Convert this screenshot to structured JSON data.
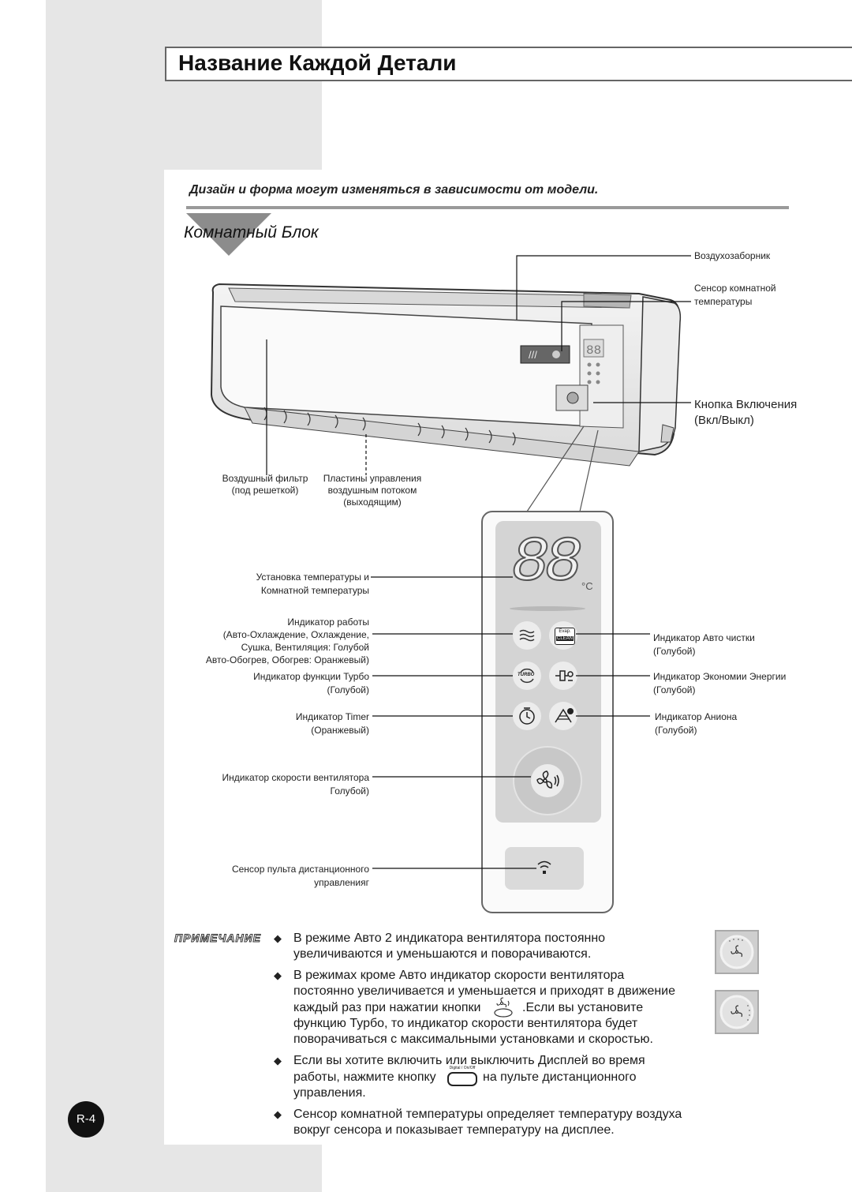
{
  "page": {
    "title": "Название Каждой Детали",
    "subtitle": "Дизайн и форма могут изменяться в зависимости от модели.",
    "section_title": "Комнатный Блок",
    "page_number": "R-4"
  },
  "unit_labels": {
    "air_intake": "Воздухозаборник",
    "room_temp_sensor_1": "Сенсор комнатной",
    "room_temp_sensor_2": "температуры",
    "power_button_1": "Кнопка Включения",
    "power_button_2": "(Вкл/Выкл)",
    "air_filter_1": "Воздушный фильтр",
    "air_filter_2": "(под решеткой)",
    "airflow_plates_1": "Пластины управления",
    "airflow_plates_2": "воздушным потоком",
    "airflow_plates_3": "(выходящим)"
  },
  "panel": {
    "display_digits": "88",
    "temp_unit": "°C",
    "evap_label": "Evap.",
    "clean_label": "CLEAN",
    "turbo_label": "TURBO"
  },
  "panel_labels": {
    "temp_setting_1": "Установка температуры и",
    "temp_setting_2": "Комнатной температуры",
    "operation_1": "Индикатор работы",
    "operation_2": "(Авто-Охлаждение, Охлаждение,",
    "operation_3": "Сушка, Вентиляция: Голубой",
    "operation_4": "Авто-Обогрев, Обогрев: Оранжевый)",
    "turbo_1": "Индикатор функции Турбо",
    "turbo_2": "(Голубой)",
    "timer_1": "Индикатор Timer",
    "timer_2": "(Оранжевый)",
    "fan_speed_1": "Индикатор скорости вентилятора",
    "fan_speed_2": "Голубой)",
    "remote_sensor_1": "Сенсор пульта дистанционного",
    "remote_sensor_2": "управленияг",
    "auto_clean_1": "Индикатор Авто чистки",
    "auto_clean_2": "(Голубой)",
    "energy_saving_1": "Индикатор Экономии Энергии",
    "energy_saving_2": "(Голубой)",
    "anion_1": "Индикатор Аниона",
    "anion_2": "(Голубой)"
  },
  "note": {
    "heading": "ПРИМЕЧАНИЕ",
    "b1_l1": "В режиме Авто 2 индикатора  вентилятора постоянно",
    "b1_l2": "увеличиваются и уменьшаются и поворачиваются.",
    "b2_l1": "В режимах кроме Авто индикатор скорости вентилятора",
    "b2_l2": "постоянно увеличивается и уменьшается и приходят в движение",
    "b2_l3a": "каждый раз при нажатии кнопки",
    "b2_l3b": ".Если  вы установите",
    "b2_l4": "функцию Турбо, то индикатор скорости вентилятора будет",
    "b2_l5": "поворачиваться с максимальными установками и скоростью.",
    "b3_l1": "Если вы хотите включить или выключить Дисплей во время",
    "b3_l2a": "работы, нажмите кнопку",
    "b3_l2b": "на пульте дистанционного",
    "b3_l3": "управления.",
    "button_label": "Digital / On/Off",
    "b4_l1": "Сенсор комнатной температуры определяет температуру воздуха",
    "b4_l2": "вокруг сенсора и показывает температуру на дисплее."
  },
  "icons": [
    "diamond-bullet-icon",
    "fan-icon",
    "turbo-icon",
    "timer-icon",
    "energy-plug-icon",
    "anion-icon",
    "wireless-sensor-icon",
    "wave-mode-icon"
  ]
}
